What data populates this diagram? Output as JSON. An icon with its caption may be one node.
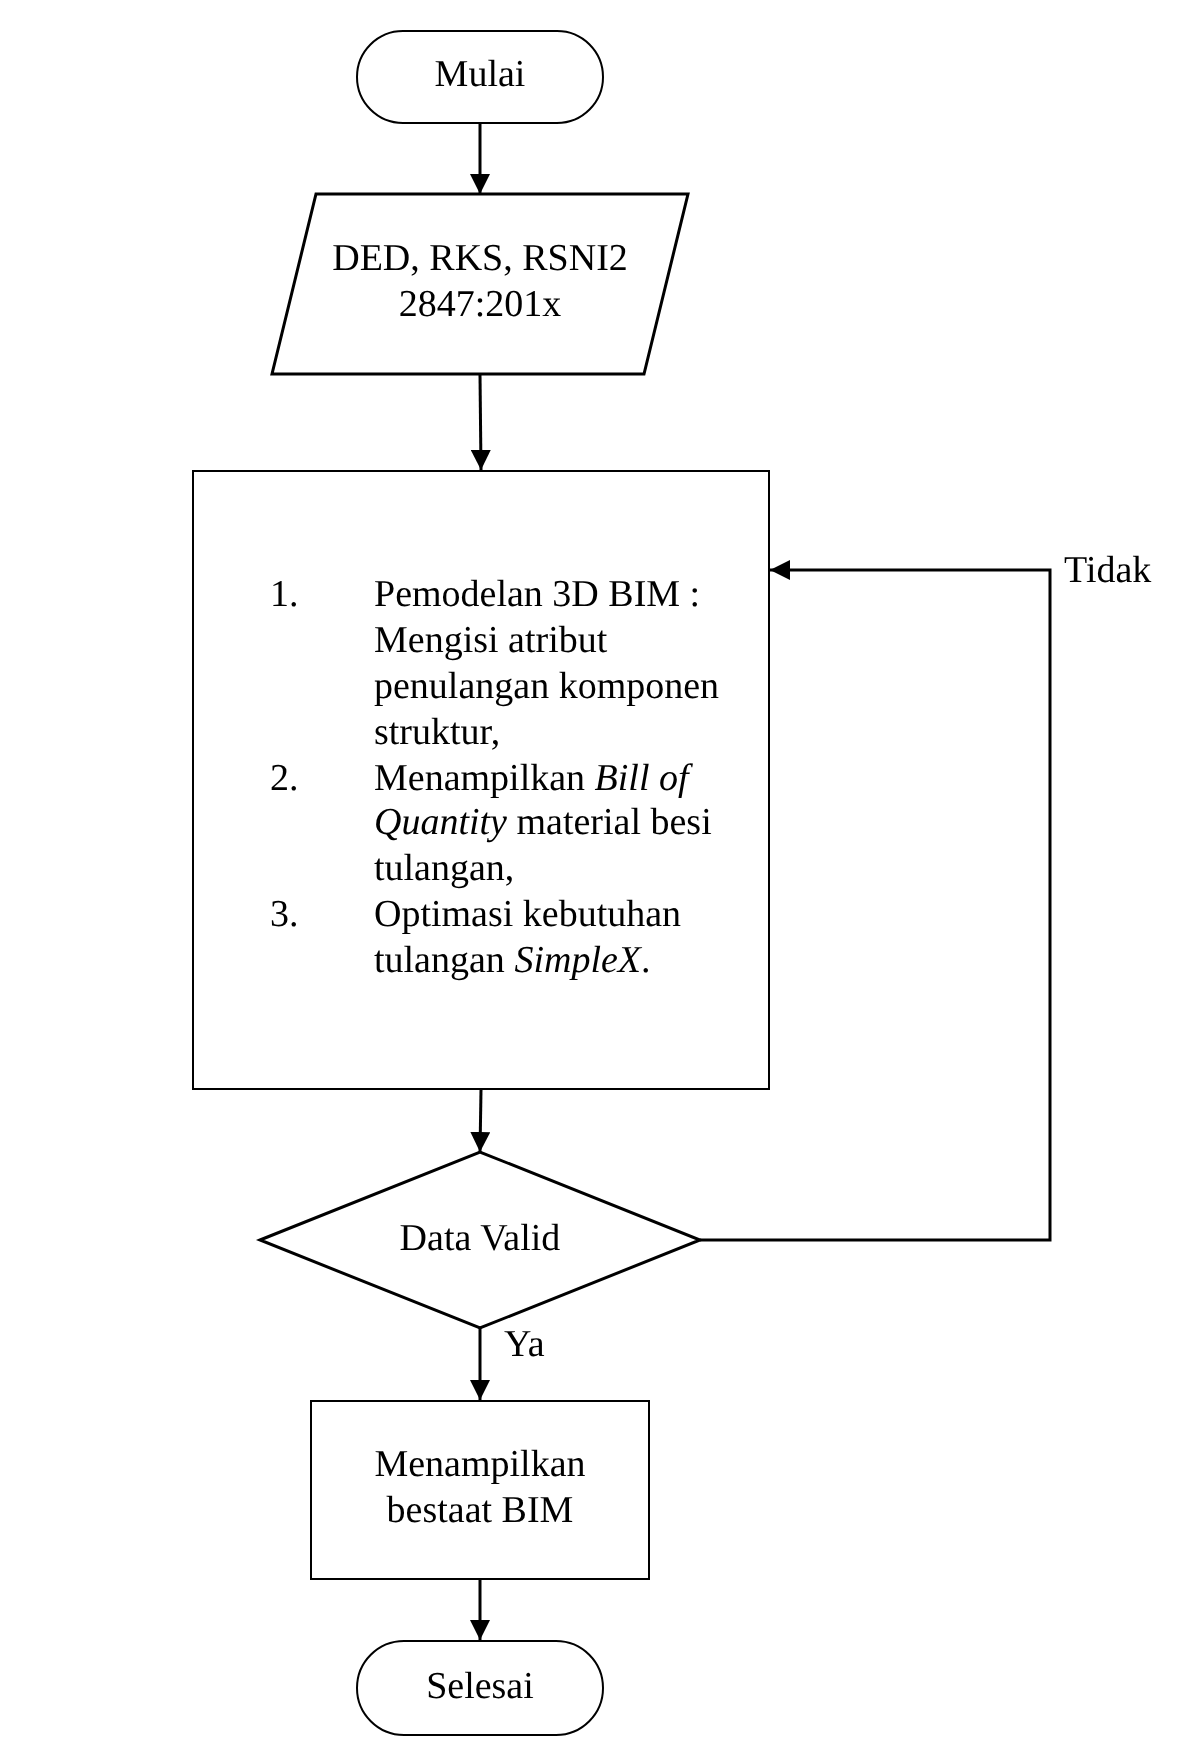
{
  "diagram": {
    "nodes": [
      {
        "text": [
          "Mulai"
        ]
      },
      {
        "text": [
          "DED, RKS, RSNI2 2847:201x"
        ]
      },
      {
        "text": [
          "1. Pemodelan 3D BIM : Mengisi atribut penulangan komponen struktur,",
          "2. Menampilkan *Bill of Quantity* material besi tulangan,",
          "3. Optimasi kebutuhan tulangan *SimpleX*."
        ]
      },
      {
        "text": [
          "Data Valid"
        ]
      },
      {
        "text": [
          "Menampilkan bestaat BIM"
        ]
      },
      {
        "text": [
          "Selesai"
        ]
      }
    ],
    "edges": [
      {
        "from": 0,
        "to": 1,
        "arrow": "to"
      },
      {
        "from": 1,
        "to": 2,
        "arrow": "to"
      },
      {
        "from": 2,
        "to": 3,
        "arrow": "to"
      },
      {
        "from": 3,
        "to": 4,
        "arrow": "to",
        "label": "Ya"
      },
      {
        "from": 3,
        "to": 2,
        "arrow": "to",
        "label": "Tidak"
      },
      {
        "from": 4,
        "to": 5,
        "arrow": "to"
      }
    ]
  }
}
